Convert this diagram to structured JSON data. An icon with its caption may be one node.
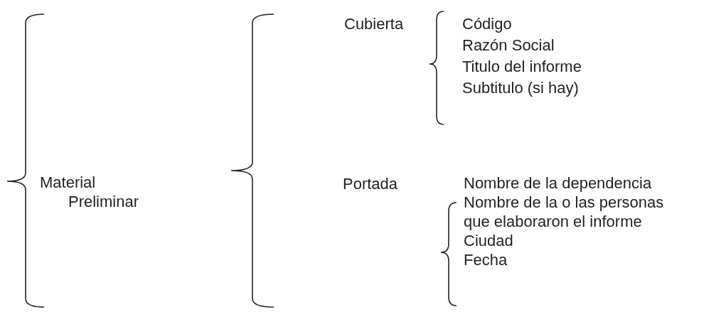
{
  "diagram": {
    "labels": [
      "Material Preliminar",
      "Cubierta",
      "Código",
      "Razón Social",
      "Titulo del informe",
      "Subtitulo (si hay)",
      "Portada",
      "Nombre de la dependencia",
      "Nombre de la o las personas que elaboraron el informe",
      "Ciudad",
      "Fecha"
    ]
  }
}
